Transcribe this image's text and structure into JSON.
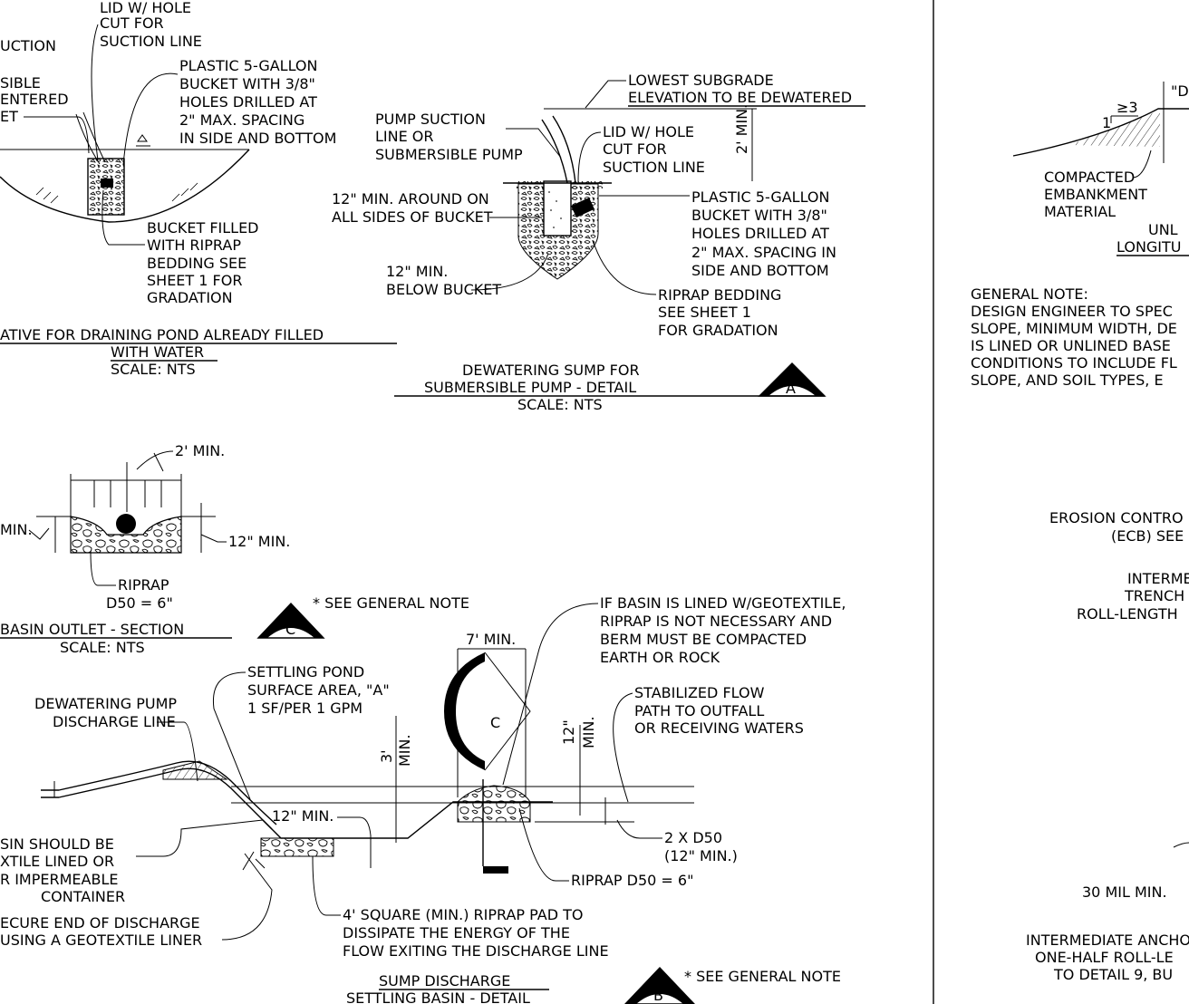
{
  "detail_a": {
    "lowest_subgrade_1": "LOWEST SUBGRADE",
    "lowest_subgrade_2": "ELEVATION TO BE DEWATERED",
    "pump_suction_1": "PUMP SUCTION",
    "pump_suction_2": "LINE OR",
    "pump_suction_3": "SUBMERSIBLE PUMP",
    "lid_1": "LID W/ HOLE",
    "lid_2": "CUT FOR",
    "lid_3": "SUCTION LINE",
    "two_min": "2' MIN.",
    "around_1": "12\" MIN. AROUND ON",
    "around_2": "ALL SIDES OF BUCKET",
    "bucket_1": "PLASTIC 5-GALLON",
    "bucket_2": "BUCKET WITH 3/8\"",
    "bucket_3": "HOLES DRILLED AT",
    "bucket_4": "2\" MAX. SPACING IN",
    "bucket_5": "SIDE AND BOTTOM",
    "below_1": "12\" MIN.",
    "below_2": "BELOW BUCKET",
    "riprap_1": "RIPRAP BEDDING",
    "riprap_2": "SEE SHEET 1",
    "riprap_3": "FOR GRADATION",
    "title_1": "DEWATERING SUMP FOR",
    "title_2": "SUBMERSIBLE PUMP  -  DETAIL",
    "scale": "SCALE: NTS",
    "tag": "A"
  },
  "alternative": {
    "lid_1": "LID W/ HOLE",
    "lid_2": "CUT FOR",
    "lid_3": "SUCTION LINE",
    "left_1": "UCTION",
    "left_2": "SIBLE",
    "left_3": "ENTERED",
    "left_4": "ET",
    "bucket_1": "PLASTIC 5-GALLON",
    "bucket_2": "BUCKET WITH 3/8\"",
    "bucket_3": "HOLES DRILLED AT",
    "bucket_4": "2\" MAX. SPACING",
    "bucket_5": "IN SIDE AND BOTTOM",
    "filled_1": "BUCKET FILLED",
    "filled_2": "WITH RIPRAP",
    "filled_3": "BEDDING SEE",
    "filled_4": "SHEET 1 FOR",
    "filled_5": "GRADATION",
    "title_1": "ATIVE FOR DRAINING POND ALREADY FILLED",
    "title_2": "WITH WATER",
    "scale": "SCALE: NTS"
  },
  "detail_c": {
    "two_min": "2' MIN.",
    "twelve_min": "12\" MIN.",
    "min_left": "MIN.",
    "riprap": "RIPRAP",
    "d50": "D50 = 6\"",
    "see_note": "* SEE GENERAL NOTE",
    "title": "BASIN OUTLET - SECTION",
    "scale": "SCALE: NTS",
    "tag": "C"
  },
  "detail_b": {
    "lined_1": "IF BASIN IS LINED W/GEOTEXTILE,",
    "lined_2": "RIPRAP IS NOT NECESSARY AND",
    "lined_3": "BERM MUST BE COMPACTED",
    "lined_4": "EARTH OR ROCK",
    "seven_min": "7' MIN.",
    "pond_1": "SETTLING POND",
    "pond_2": "SURFACE AREA, \"A\"",
    "pond_3": "1 SF/PER 1 GPM",
    "pump_1": "DEWATERING PUMP",
    "pump_2": "DISCHARGE LINE",
    "flow_1": "STABILIZED FLOW",
    "flow_2": "PATH TO OUTFALL",
    "flow_3": "OR RECEIVING WATERS",
    "three_min_num": "3'",
    "three_min_txt": "MIN.",
    "twelve_num": "12\"",
    "twelve_txt": "MIN.",
    "berm_tag": "C",
    "twelve_min": "12\" MIN.",
    "two_x_1": "2 X D50",
    "two_x_2": "(12\" MIN.)",
    "basin_1": "SIN SHOULD BE",
    "basin_2": "XTILE LINED OR",
    "basin_3": "R IMPERMEABLE",
    "basin_4": "CONTAINER",
    "secure_1": "ECURE END OF DISCHARGE",
    "secure_2": "USING A GEOTEXTILE LINER",
    "pad_1": "4' SQUARE (MIN.) RIPRAP PAD TO",
    "pad_2": "DISSIPATE THE ENERGY OF THE",
    "pad_3": "FLOW EXITING THE DISCHARGE LINE",
    "riprap_d50": "RIPRAP D50 = 6\"",
    "title_1": "SUMP DISCHARGE",
    "title_2": "SETTLING BASIN - DETAIL",
    "see_note": "* SEE GENERAL NOTE",
    "tag": "B"
  },
  "right_panel": {
    "d_quote": "\"D",
    "ratio_3": "≥3",
    "ratio_1": "1",
    "compacted_1": "COMPACTED",
    "compacted_2": "EMBANKMENT",
    "compacted_3": "MATERIAL",
    "unl": "UNL",
    "longitu": "LONGITU",
    "general_note": "GENERAL NOTE:",
    "note_1": "DESIGN ENGINEER TO SPEC",
    "note_2": "SLOPE, MINIMUM WIDTH, DE",
    "note_3": "IS LINED OR UNLINED BASE",
    "note_4": "CONDITIONS TO INCLUDE FL",
    "note_5": "SLOPE, AND SOIL TYPES, E",
    "erosion_1": "EROSION CONTRO",
    "erosion_2": "(ECB) SEE",
    "interm_1": "INTERME",
    "interm_2": "TRENCH",
    "interm_3": "ROLL-LENGTH",
    "mil": "30 MIL MIN.",
    "anchor_1": "INTERMEDIATE ANCHO",
    "anchor_2": "ONE-HALF ROLL-LE",
    "anchor_3": "TO DETAIL 9, BU"
  }
}
